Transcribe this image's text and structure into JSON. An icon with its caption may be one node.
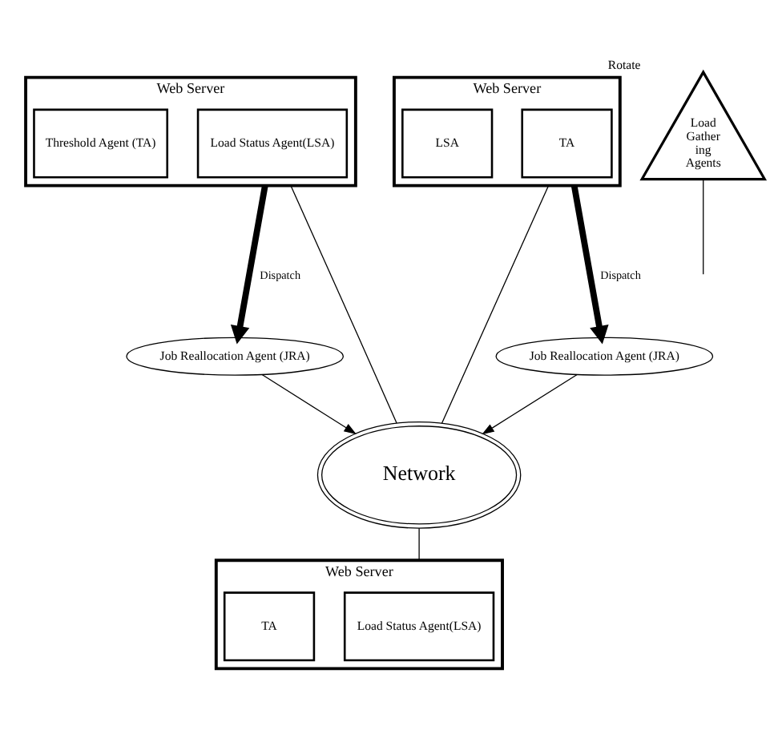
{
  "diagram": {
    "nodes": [
      {
        "text": [
          "Web Server"
        ]
      },
      {
        "text": [
          "Load Status Agent(LSA)"
        ],
        "in": 0
      },
      {
        "text": [
          "Threshold Agent (TA)"
        ],
        "in": 0
      },
      {
        "text": [
          "Job Reallocation Agent (JRA)"
        ]
      },
      {
        "text": [
          "Network"
        ]
      },
      {
        "text": [
          "Load Gather ing Agents"
        ],
        "beside": [
          "Rotate"
        ]
      },
      {
        "text": [
          "Web Server"
        ]
      },
      {
        "text": [
          "Load Status Agent(LSA)"
        ],
        "in": 6
      },
      {
        "text": [
          "TA"
        ],
        "in": 6
      },
      {
        "text": [
          "Job Reallocation Agent (JRA)"
        ]
      },
      {
        "text": [
          "Web Server"
        ]
      },
      {
        "text": [
          "TA"
        ],
        "in": 10
      },
      {
        "text": [
          "LSA"
        ],
        "in": 10
      }
    ],
    "edges": [
      {
        "from": 0,
        "to": 3,
        "arrow": "to",
        "label": "Dispatch",
        "style": "thick"
      },
      {
        "from": 0,
        "to": 4,
        "arrow": "none"
      },
      {
        "from": 3,
        "to": 4,
        "arrow": "to"
      },
      {
        "from": 5,
        "to": null,
        "arrow": "none"
      },
      {
        "from": 4,
        "to": 6,
        "arrow": "none"
      },
      {
        "from": 4,
        "to": 10,
        "arrow": "none"
      },
      {
        "from": 10,
        "to": 9,
        "arrow": "to",
        "label": "Dispatch",
        "style": "thick"
      },
      {
        "from": 9,
        "to": 4,
        "arrow": "to"
      }
    ]
  }
}
